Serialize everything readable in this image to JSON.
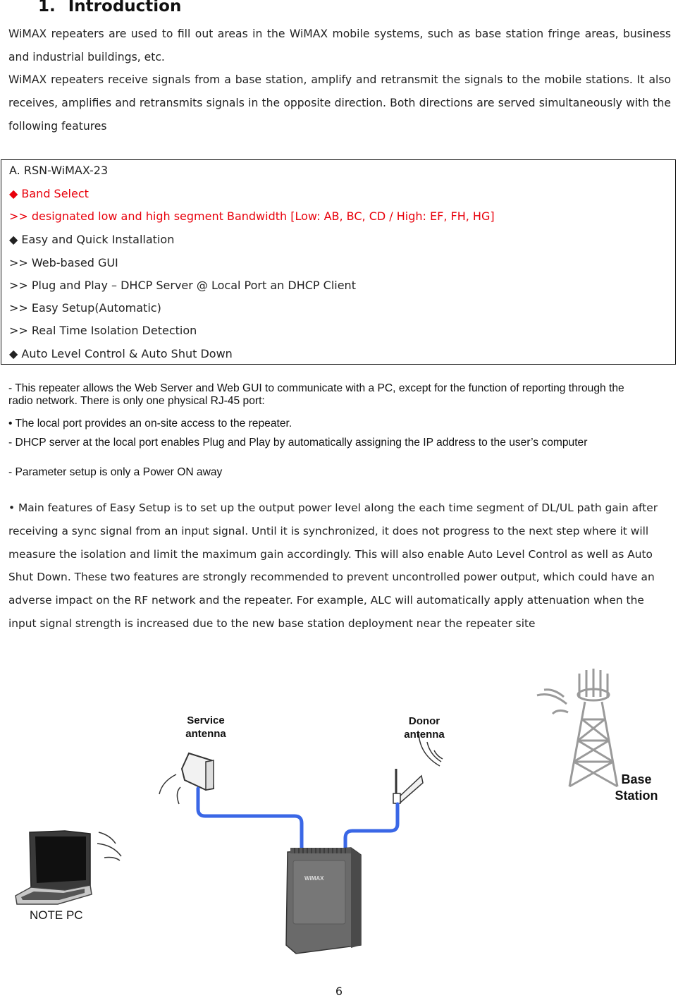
{
  "heading": {
    "number": "1.",
    "title": "Introduction"
  },
  "intro": [
    "WiMAX repeaters are used to fill out areas in the WiMAX mobile systems, such as base station fringe areas, business and industrial buildings, etc.",
    "WiMAX repeaters receive signals from a base station, amplify and retransmit the signals to the mobile stations. It also receives, amplifies and retransmits signals in the opposite direction. Both directions are served simultaneously with the following features"
  ],
  "feature_box": {
    "title": "A. RSN-WiMAX-23",
    "lines": [
      {
        "text": "◆  Band Select",
        "highlight": true
      },
      {
        "text": ">> designated low and high segment Bandwidth [Low: AB, BC, CD / High: EF, FH, HG]",
        "highlight": true
      },
      {
        "text": "◆  Easy and Quick Installation",
        "highlight": false
      },
      {
        "text": ">> Web-based GUI",
        "highlight": false
      },
      {
        "text": ">> Plug and Play – DHCP Server @ Local Port an DHCP Client",
        "highlight": false
      },
      {
        "text": ">> Easy Setup(Automatic)",
        "highlight": false
      },
      {
        "text": ">> Real Time Isolation Detection",
        "highlight": false
      },
      {
        "text": "◆  Auto Level Control & Auto Shut Down",
        "highlight": false
      }
    ],
    "highlight_color": "#e8000b"
  },
  "notes": [
    "- This repeater allows the Web Server and Web GUI to communicate with a PC, except for the function of reporting through the radio network. There is only one physical RJ-45 port:",
    "• The local port provides an on-site access to the repeater.",
    "- DHCP server at the local port enables Plug and Play by automatically assigning the IP address to the user’s computer",
    "- Parameter setup is only a Power ON away"
  ],
  "easy_setup": "• Main features of Easy Setup is to set up the output power level along the each time segment of DL/UL path gain after receiving a sync signal from an input signal. Until it is synchronized, it does not progress to the next step where it will measure the isolation and limit the maximum gain accordingly. This will also enable Auto Level Control as well as Auto Shut Down. These two features are strongly recommended to prevent uncontrolled power output, which could have an adverse impact on the RF network and the repeater. For example, ALC will automatically apply attenuation when the input signal strength is increased due to the new base station deployment near the repeater site",
  "diagram": {
    "service_antenna": [
      "Service",
      "antenna"
    ],
    "donor_antenna": [
      "Donor",
      "antenna"
    ],
    "base_station": [
      "Base",
      "Station"
    ],
    "note_pc": "NOTE PC",
    "device_label": "WiMAX",
    "cable_color": "#3a67e6"
  },
  "page_number": "6"
}
